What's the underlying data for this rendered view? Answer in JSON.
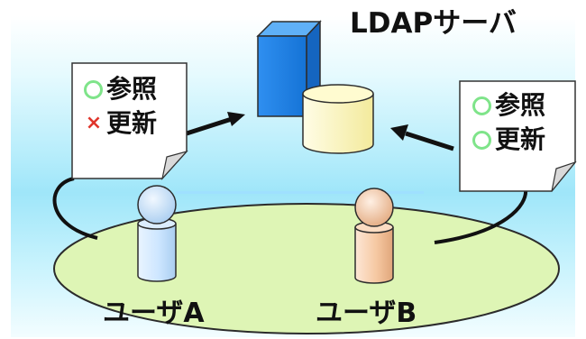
{
  "server": {
    "title": "LDAPサーバ"
  },
  "notes": {
    "user_a": {
      "items": [
        {
          "mark": "circle-mark",
          "label": "参照"
        },
        {
          "mark": "×",
          "label": "更新"
        }
      ]
    },
    "user_b": {
      "items": [
        {
          "mark": "circle-mark",
          "label": "参照"
        },
        {
          "mark": "circle-mark",
          "label": "更新"
        }
      ]
    }
  },
  "users": {
    "a_label": "ユーザA",
    "b_label": "ユーザB"
  },
  "colors": {
    "server_box": "#1e88e5",
    "database": "#fff9c0",
    "ellipse": "#def5b5",
    "user_a": "#cde6ff",
    "user_b": "#f6c9a3",
    "circle_mark": "#7fe48a",
    "cross_mark": "#e0362c"
  }
}
